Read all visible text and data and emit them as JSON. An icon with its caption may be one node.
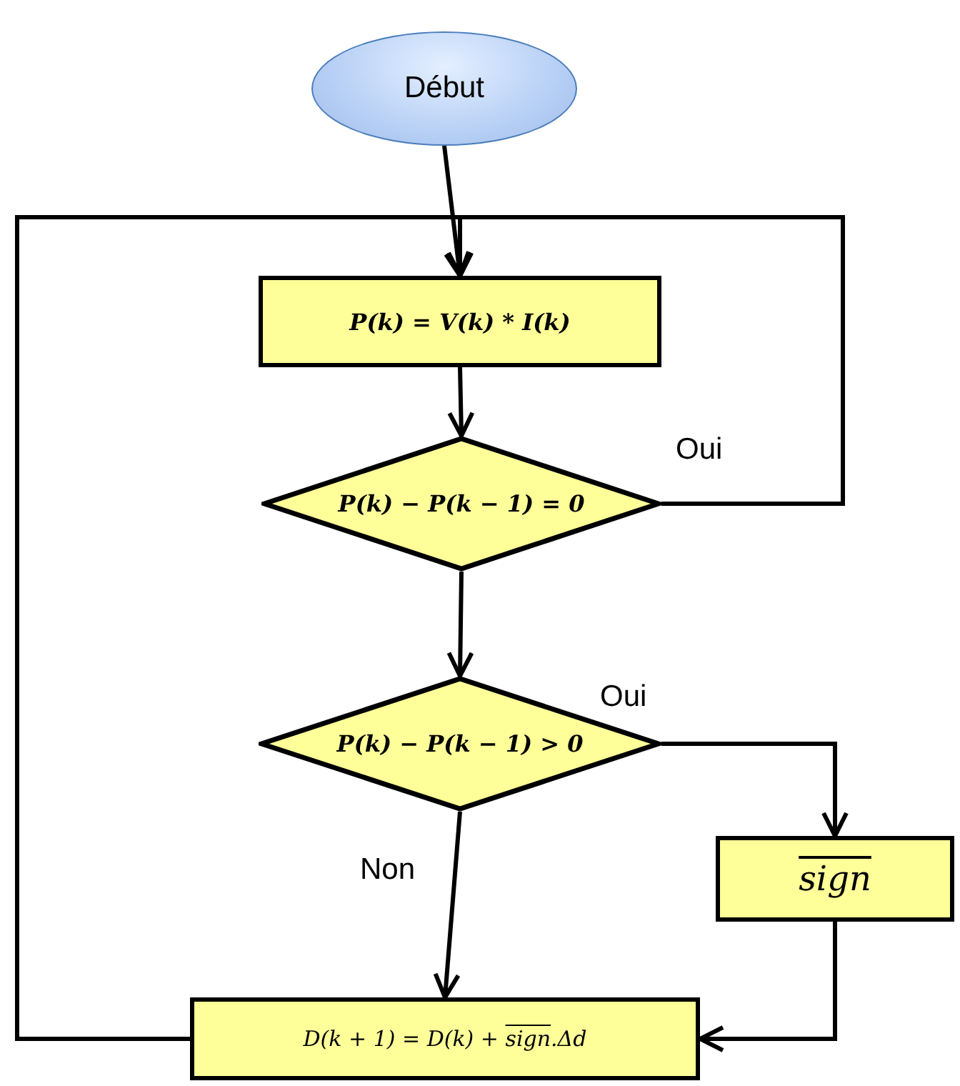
{
  "diagram": {
    "nodes": [
      {
        "text": [
          "Début"
        ]
      },
      {
        "text": [
          "P(k) = V(k) * I(k)"
        ]
      },
      {
        "text": [
          "P(k) − P(k − 1) = 0"
        ]
      },
      {
        "text": [
          "P(k) − P(k − 1) > 0"
        ]
      },
      {
        "text": [
          "sign"
        ]
      },
      {
        "text": [
          "D(k + 1) = D(k) + sign.Δd"
        ]
      }
    ],
    "edges": [
      {
        "from": 0,
        "to": 1,
        "arrow": "to"
      },
      {
        "from": 1,
        "to": 2,
        "arrow": "to"
      },
      {
        "from": 2,
        "to": 1,
        "arrow": "to",
        "label": "Oui"
      },
      {
        "from": 2,
        "to": 3,
        "arrow": "to"
      },
      {
        "from": 3,
        "to": 4,
        "arrow": "to",
        "label": "Oui"
      },
      {
        "from": 3,
        "to": 5,
        "arrow": "to",
        "label": "Non"
      },
      {
        "from": 4,
        "to": 5,
        "arrow": "to"
      },
      {
        "from": 5,
        "to": 1,
        "arrow": "to"
      }
    ]
  }
}
